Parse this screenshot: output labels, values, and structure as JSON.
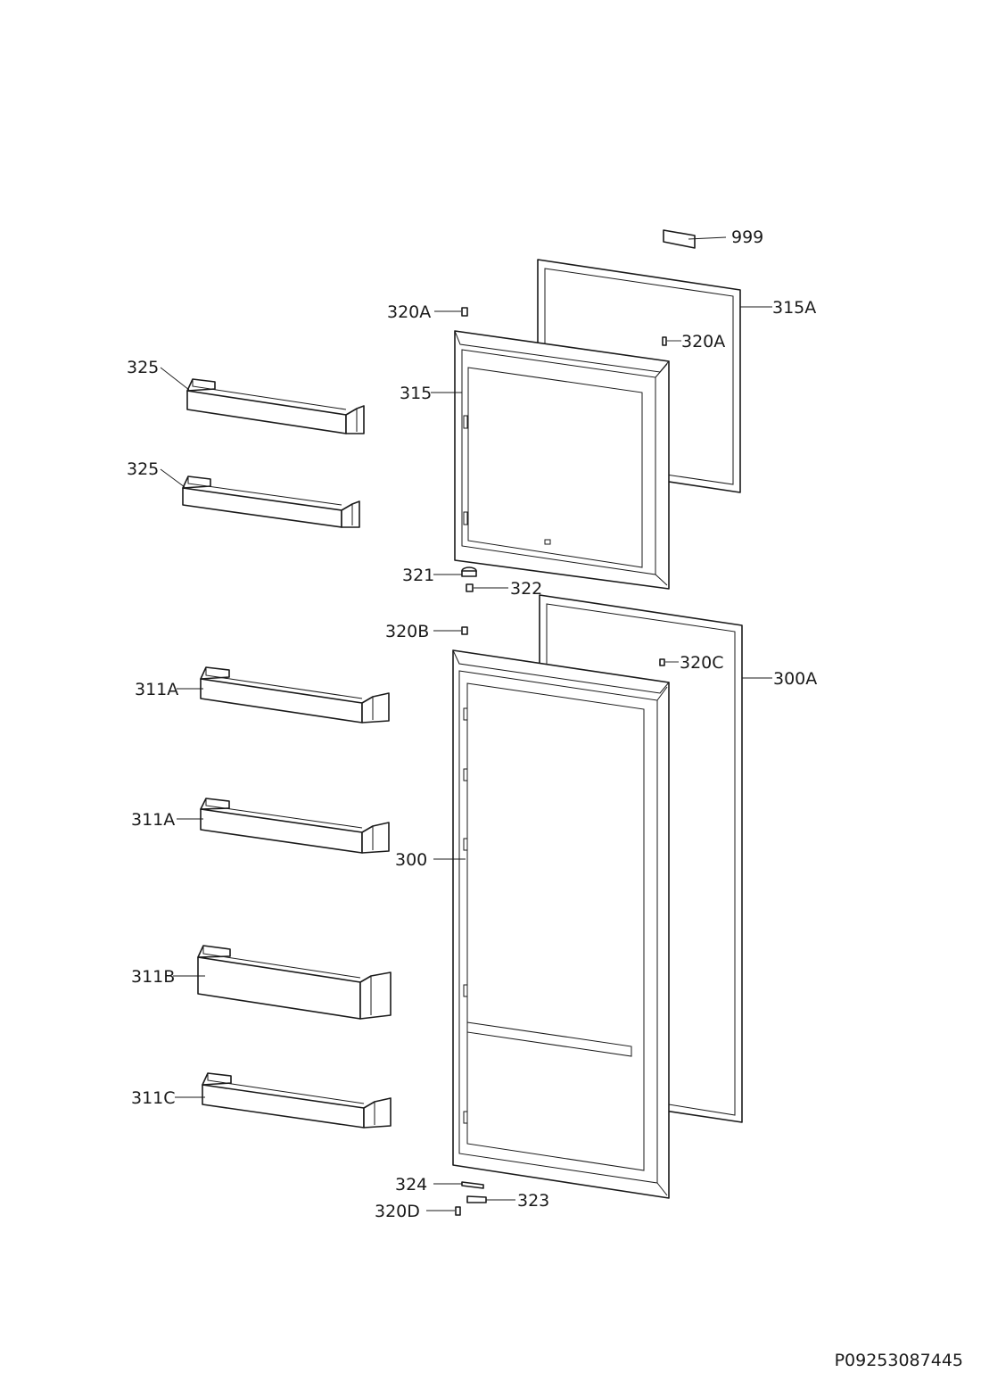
{
  "labels": {
    "l999": "999",
    "l315A": "315A",
    "l320A_left": "320A",
    "l320A_right": "320A",
    "l325_top": "325",
    "l315": "315",
    "l325_mid": "325",
    "l321": "321",
    "l322": "322",
    "l320B": "320B",
    "l320C": "320C",
    "l300A": "300A",
    "l311A_top": "311A",
    "l311A_mid": "311A",
    "l300": "300",
    "l311B": "311B",
    "l311C": "311C",
    "l324": "324",
    "l323": "323",
    "l320D": "320D"
  },
  "document_number": "P09253087445"
}
